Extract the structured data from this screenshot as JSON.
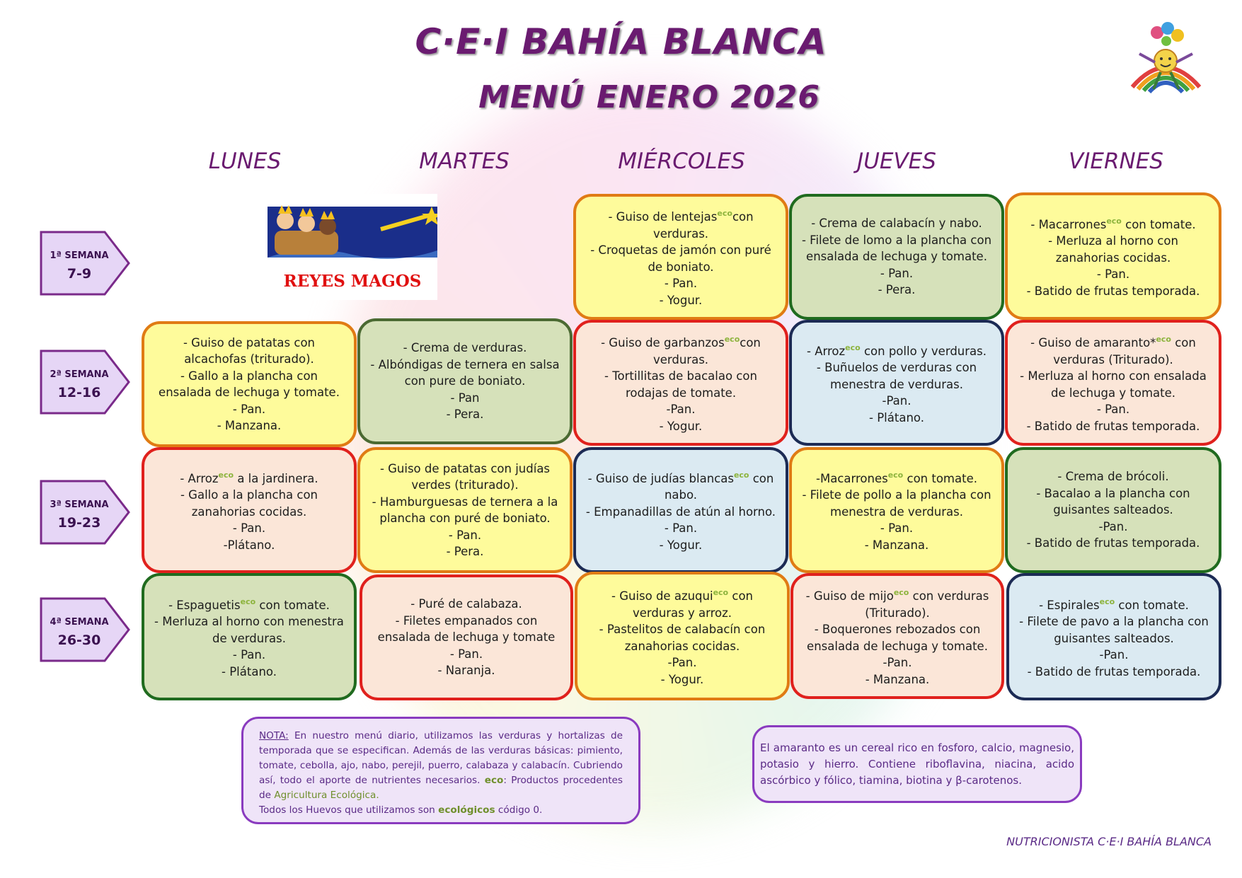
{
  "header": {
    "title": "C·E·I BAHÍA BLANCA",
    "subtitle": "MENÚ ENERO 2026"
  },
  "days": [
    "LUNES",
    "MARTES",
    "MIÉRCOLES",
    "JUEVES",
    "VIERNES"
  ],
  "weeks": [
    {
      "label": "1ª SEMANA",
      "range": "7-9"
    },
    {
      "label": "2ª SEMANA",
      "range": "12-16"
    },
    {
      "label": "3ª SEMANA",
      "range": "19-23"
    },
    {
      "label": "4ª SEMANA",
      "range": "26-30"
    }
  ],
  "holiday": {
    "label": "REYES MAGOS"
  },
  "eco_mark": "eco",
  "menu": {
    "w1_wed": [
      "- Guiso de lentejas",
      "con verduras.",
      "- Croquetas de jamón con puré de boniato.",
      "- Pan.",
      "- Yogur."
    ],
    "w1_thu": [
      "- Crema de calabacín y nabo.",
      "- Filete de lomo a la plancha con ensalada de lechuga y tomate.",
      "- Pan.",
      "- Pera."
    ],
    "w1_fri": [
      "- Macarrones",
      " con tomate.",
      "- Merluza al horno con zanahorias cocidas.",
      "- Pan.",
      "- Batido de frutas temporada."
    ],
    "w2_mon": [
      "- Guiso de patatas con alcachofas (triturado).",
      "- Gallo a la plancha con ensalada de lechuga y tomate.",
      "- Pan.",
      "- Manzana."
    ],
    "w2_tue": [
      "- Crema de verduras.",
      "- Albóndigas de ternera en salsa con pure de boniato.",
      "- Pan",
      "- Pera."
    ],
    "w2_wed": [
      "- Guiso de garbanzos",
      "con verduras.",
      "- Tortillitas de bacalao con rodajas de tomate.",
      "-Pan.",
      "- Yogur."
    ],
    "w2_thu": [
      "- Arroz",
      " con pollo y verduras.",
      "- Buñuelos de verduras con menestra de verduras.",
      "-Pan.",
      "- Plátano."
    ],
    "w2_fri": [
      "- Guiso de amaranto*",
      " con verduras (Triturado).",
      "- Merluza al horno con ensalada de lechuga y tomate.",
      "- Pan.",
      "- Batido de frutas temporada."
    ],
    "w3_mon": [
      "- Arroz",
      " a la jardinera.",
      "- Gallo a la plancha con zanahorias cocidas.",
      "- Pan.",
      "-Plátano."
    ],
    "w3_tue": [
      "- Guiso de patatas con judías verdes (triturado).",
      "- Hamburguesas de ternera a la plancha con puré de boniato.",
      "- Pan.",
      "- Pera."
    ],
    "w3_wed": [
      "- Guiso de judías blancas",
      " con nabo.",
      "- Empanadillas de atún al horno.",
      "- Pan.",
      "- Yogur."
    ],
    "w3_thu": [
      "-Macarrones",
      " con tomate.",
      "- Filete de pollo a la plancha con menestra de verduras.",
      "- Pan.",
      "- Manzana."
    ],
    "w3_fri": [
      "- Crema de brócoli.",
      "- Bacalao a la plancha con guisantes salteados.",
      "-Pan.",
      "- Batido de frutas temporada."
    ],
    "w4_mon": [
      "- Espaguetis",
      " con tomate.",
      "- Merluza al horno con menestra de verduras.",
      "- Pan.",
      "- Plátano."
    ],
    "w4_tue": [
      "- Puré de calabaza.",
      "- Filetes empanados con ensalada de lechuga y tomate",
      "- Pan.",
      "- Naranja."
    ],
    "w4_wed": [
      "- Guiso de azuqui",
      " con verduras y arroz.",
      "- Pastelitos de calabacín con zanahorias cocidas.",
      "-Pan.",
      "- Yogur."
    ],
    "w4_thu": [
      "- Guiso de mijo",
      " con verduras (Triturado).",
      "- Boquerones rebozados con ensalada de lechuga y tomate.",
      "-Pan.",
      "- Manzana."
    ],
    "w4_fri": [
      "- Espirales",
      " con tomate.",
      "- Filete de pavo a la plancha con guisantes salteados.",
      "-Pan.",
      "- Batido de frutas temporada."
    ]
  },
  "note": {
    "title": "NOTA:",
    "body1": " En nuestro menú diario, utilizamos las verduras y hortalizas de temporada que se especifican. Además de las verduras básicas: pimiento, tomate, cebolla, ajo, nabo, perejil, puerro, calabaza y calabacín. Cubriendo así, todo el aporte de nutrientes necesarios. ",
    "eco_label": "eco",
    "body2": ": Productos procedentes de ",
    "eco_source": "Agricultura Ecológica.",
    "eggs_pre": "Todos los Huevos que utilizamos son ",
    "eggs_eco": "ecológicos",
    "eggs_post": " código 0."
  },
  "amaranto_note": "El amaranto es un cereal rico en fosforo, calcio, magnesio, potasio y hierro. Contiene riboflavina, niacina, acido ascórbico y fólico, tiamina, biotina y β-carotenos.",
  "footer": "NUTRICIONISTA C·E·I BAHÍA BLANCA",
  "colors": {
    "title": "#6a1b70",
    "yellow": "#fefb9b",
    "green": "#d6e1ba",
    "peach": "#fbe6d8",
    "blue": "#dbeaf2",
    "eco": "#8cb33c"
  }
}
